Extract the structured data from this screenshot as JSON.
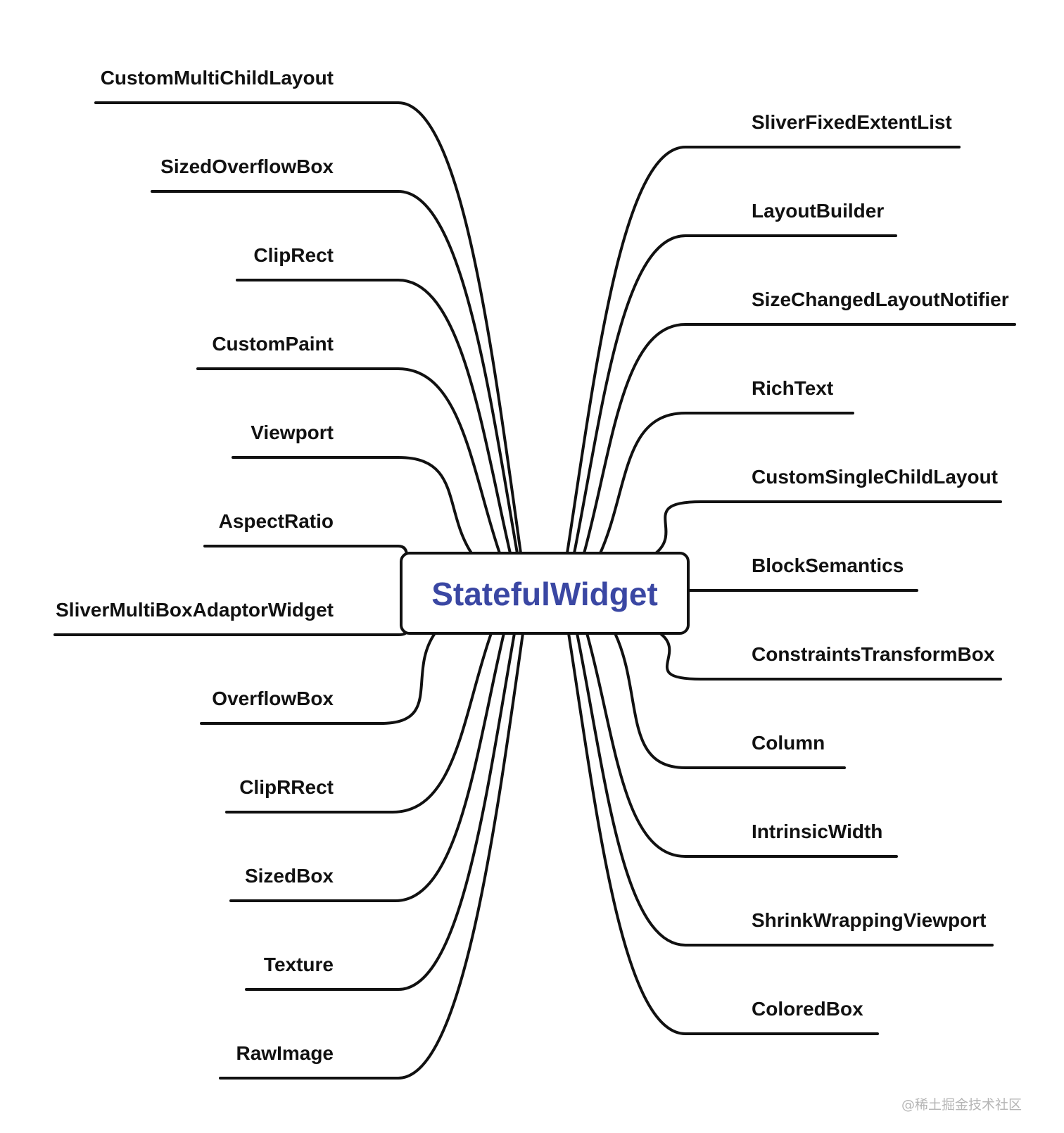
{
  "root": {
    "label": "StatefulWidget",
    "color": "#3a47a3"
  },
  "left_branches": [
    "CustomMultiChildLayout",
    "SizedOverflowBox",
    "ClipRect",
    "CustomPaint",
    "Viewport",
    "AspectRatio",
    "SliverMultiBoxAdaptorWidget",
    "OverflowBox",
    "ClipRRect",
    "SizedBox",
    "Texture",
    "RawImage"
  ],
  "right_branches": [
    "SliverFixedExtentList",
    "LayoutBuilder",
    "SizeChangedLayoutNotifier",
    "RichText",
    "CustomSingleChildLayout",
    "BlockSemantics",
    "ConstraintsTransformBox",
    "Column",
    "IntrinsicWidth",
    "ShrinkWrappingViewport",
    "ColoredBox"
  ],
  "watermark": "@稀土掘金技术社区",
  "line_color": "#111111"
}
